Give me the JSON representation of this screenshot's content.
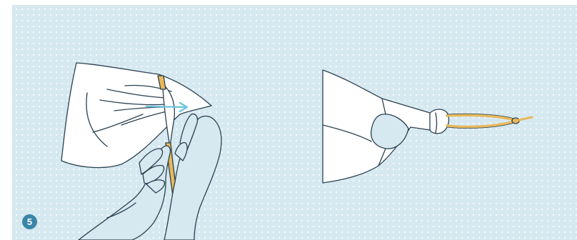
{
  "step": {
    "number": "5"
  },
  "colors": {
    "background": "#d6e8f0",
    "dots": "#ffffff",
    "outline": "#2a4150",
    "fabric": "#ffffff",
    "glove": "#d6e8f0",
    "elastic": "#e8b85a",
    "arrow": "#6cc3e0",
    "badge": "#3a86a8"
  },
  "icons": {
    "left": "hands-threading-elastic-illustration",
    "right": "finished-mask-loop-illustration",
    "arrow": "direction-arrow-icon"
  }
}
